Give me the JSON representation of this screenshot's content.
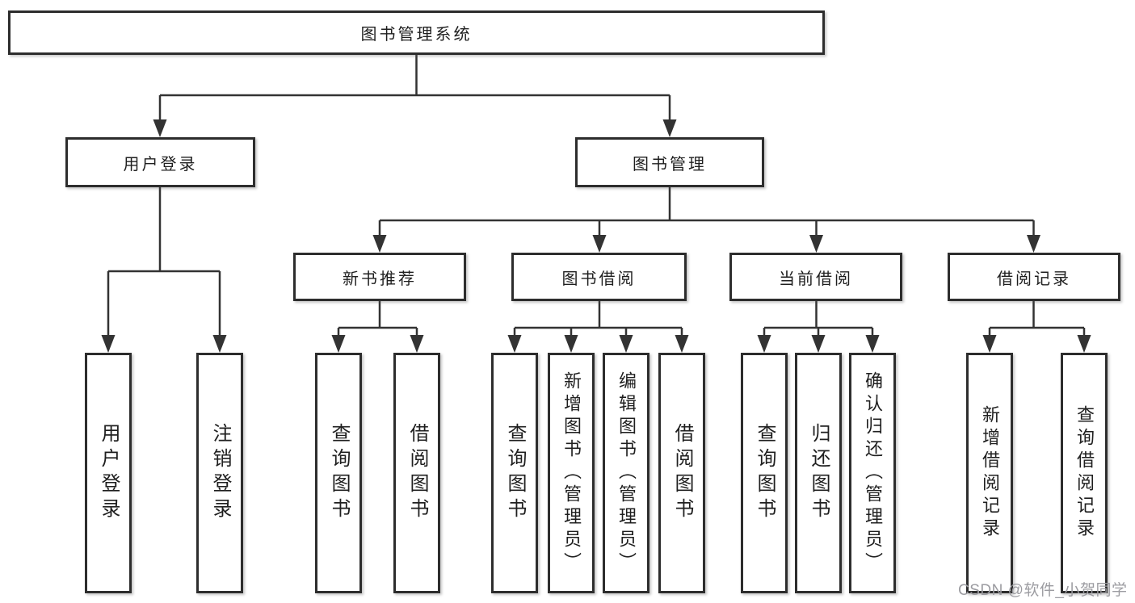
{
  "nodes": {
    "root": "图书管理系统",
    "user_login": "用户登录",
    "book_mgmt": "图书管理",
    "new_book_rec": "新书推荐",
    "book_borrow": "图书借阅",
    "current_borrow": "当前借阅",
    "borrow_record": "借阅记录",
    "leaf_user_login": "用户登录",
    "leaf_logout": "注销登录",
    "leaf_query_book_1": "查询图书",
    "leaf_borrow_book_1": "借阅图书",
    "leaf_query_book_2": "查询图书",
    "leaf_add_book_admin": "新增图书（管理员）",
    "leaf_edit_book_admin": "编辑图书（管理员）",
    "leaf_borrow_book_2": "借阅图书",
    "leaf_query_book_3": "查询图书",
    "leaf_return_book": "归还图书",
    "leaf_confirm_return_admin": "确认归还（管理员）",
    "leaf_add_borrow_record": "新增借阅记录",
    "leaf_query_borrow_record": "查询借阅记录"
  },
  "hierarchy": {
    "label": "图书管理系统",
    "children": [
      {
        "label": "用户登录",
        "children": [
          {
            "label": "用户登录"
          },
          {
            "label": "注销登录"
          }
        ]
      },
      {
        "label": "图书管理",
        "children": [
          {
            "label": "新书推荐",
            "children": [
              {
                "label": "查询图书"
              },
              {
                "label": "借阅图书"
              }
            ]
          },
          {
            "label": "图书借阅",
            "children": [
              {
                "label": "查询图书"
              },
              {
                "label": "新增图书（管理员）"
              },
              {
                "label": "编辑图书（管理员）"
              },
              {
                "label": "借阅图书"
              }
            ]
          },
          {
            "label": "当前借阅",
            "children": [
              {
                "label": "查询图书"
              },
              {
                "label": "归还图书"
              },
              {
                "label": "确认归还（管理员）"
              }
            ]
          },
          {
            "label": "借阅记录",
            "children": [
              {
                "label": "新增借阅记录"
              },
              {
                "label": "查询借阅记录"
              }
            ]
          }
        ]
      }
    ]
  },
  "watermark": {
    "text": "CSDN @软件_小贺同学"
  },
  "colors": {
    "line": "#333333",
    "box_border": "#2d2d2d",
    "text": "#1f1f1f",
    "watermark": "#9c9ca1",
    "background": "#ffffff"
  }
}
